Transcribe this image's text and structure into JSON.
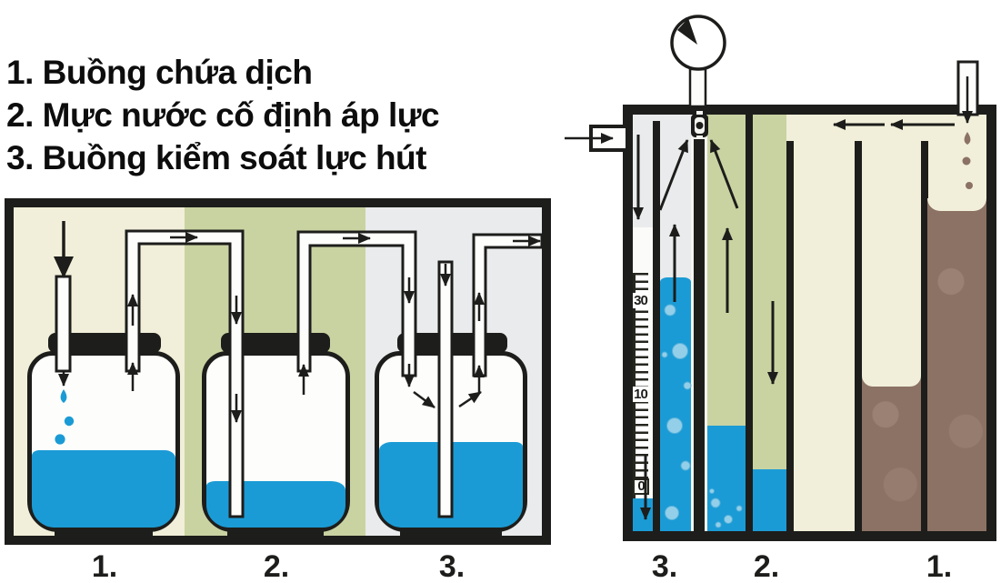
{
  "legend": {
    "line1": "1. Buồng chứa dịch",
    "line2": "2. Mực nước cố định áp lực",
    "line3": "3. Buồng kiểm soát lực hút"
  },
  "left_diagram": {
    "bottle_labels": [
      "1.",
      "2.",
      "3."
    ]
  },
  "right_diagram": {
    "chamber_labels": [
      "3.",
      "2.",
      "1."
    ],
    "scale_ticks": [
      "30",
      "10",
      "0"
    ]
  },
  "icons": {
    "gauge": "pressure-gauge-icon",
    "valve": "one-way-valve-icon"
  },
  "colors": {
    "water_blue": "#1b9bd5",
    "bubble_blue": "#93cfe9",
    "chamber_green": "#c9d3a2",
    "cream": "#f1efd9",
    "light_gray": "#e9ebec",
    "drainage_brown": "#8b7264",
    "outline_black": "#1d1d1b"
  }
}
